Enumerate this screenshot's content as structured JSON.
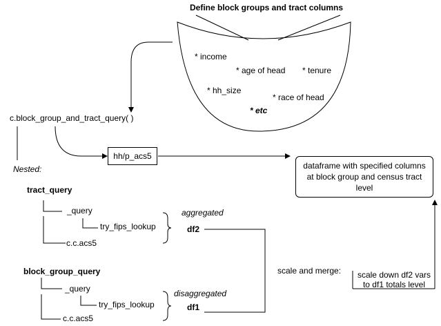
{
  "title": "Define block groups and tract columns",
  "columns": {
    "income": "* income",
    "age_of_head": "* age of head",
    "tenure": "* tenure",
    "hh_size": "* hh_size",
    "race_of_head": "* race of head",
    "etc": "* etc"
  },
  "main_call": "c.block_group_and_tract_query(   )",
  "nested_label": "Nested:",
  "source_box": "hh/p_acs5",
  "output_box": "dataframe with specified columns at block group and census tract level",
  "tract": {
    "title": "tract_query",
    "query": "_query",
    "fips": "try_fips_lookup",
    "acs": "c.c.acs5",
    "note": "aggregated",
    "result": "df2"
  },
  "block_group": {
    "title": "block_group_query",
    "query": "_query",
    "fips": "try_fips_lookup",
    "acs": "c.c.acs5",
    "note": "disaggregated",
    "result": "df1"
  },
  "scale_merge": "scale and merge:",
  "scale_box": "scale down df2 vars to df1 totals level"
}
